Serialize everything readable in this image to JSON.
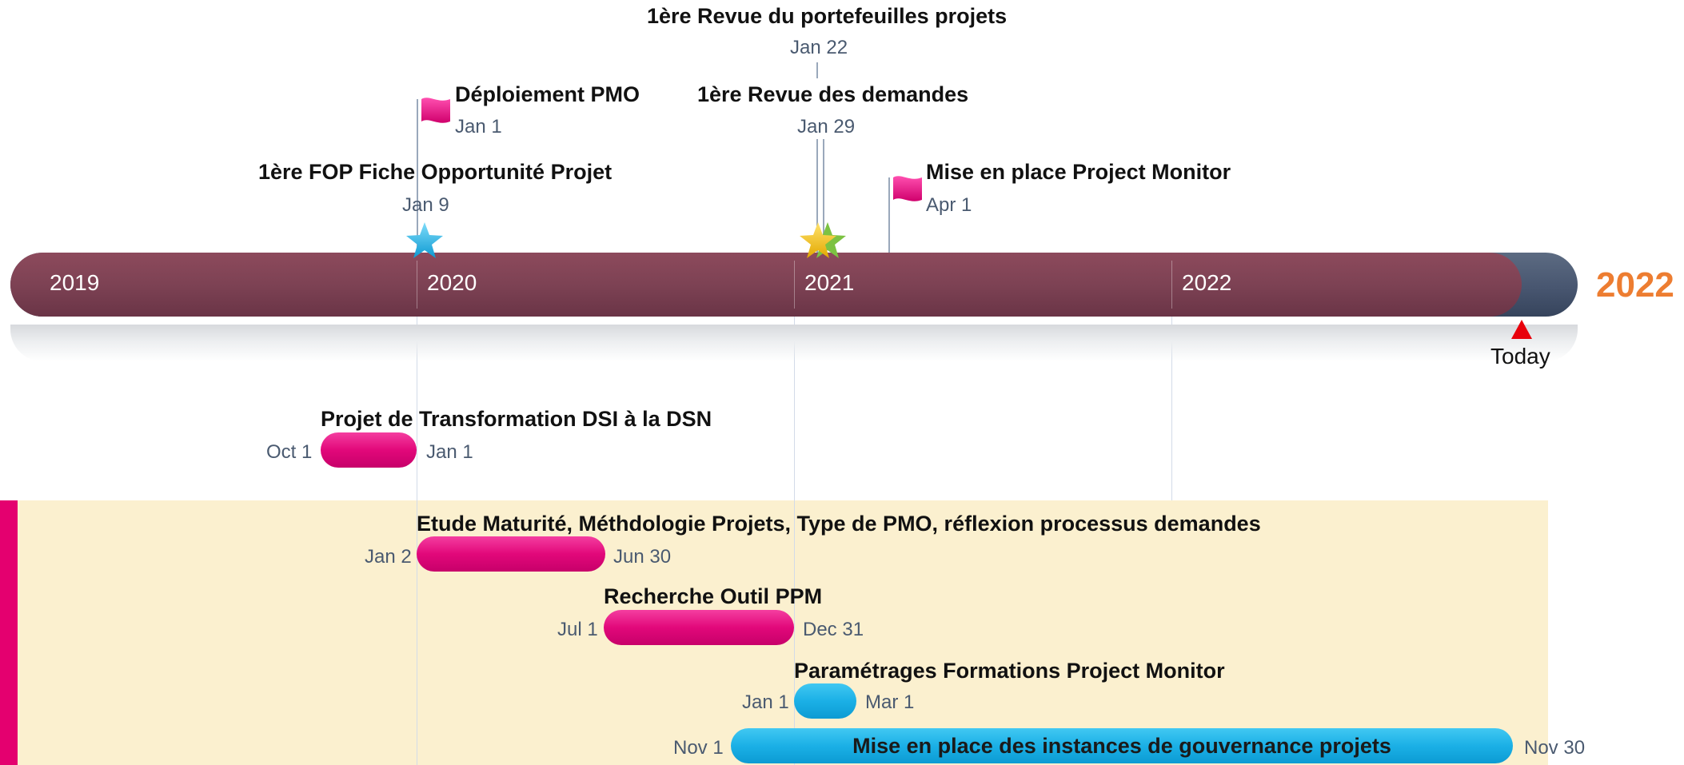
{
  "today_label": "Today",
  "current_year_label": "2022",
  "colors": {
    "axis": "#7d4254",
    "today_marker": "#e8000b",
    "current_year": "#ed7d31",
    "task_pink": "#e2087a",
    "task_blue": "#1bb0e6",
    "swimlane": "#fbf0cf"
  },
  "years": [
    "2019",
    "2020",
    "2021",
    "2022"
  ],
  "milestones": [
    {
      "title": "1ère Revue du portefeuilles projets",
      "date": "Jan 22",
      "icon": "none"
    },
    {
      "title": "Déploiement PMO",
      "date": "Jan 1",
      "icon": "pink-flag-icon"
    },
    {
      "title": "1ère Revue des demandes",
      "date": "Jan 29",
      "icon": "gold-star-icon"
    },
    {
      "title": "1ère FOP Fiche Opportunité Projet",
      "date": "Jan 9",
      "icon": "blue-star-icon"
    },
    {
      "title": "Mise en place Project Monitor",
      "date": "Apr 1",
      "icon": "pink-flag-icon"
    }
  ],
  "tasks": [
    {
      "title": "Projet de Transformation DSI à la DSN",
      "start": "Oct 1",
      "end": "Jan 1",
      "color": "pink"
    },
    {
      "title": "Etude Maturité, Méthdologie Projets, Type de PMO, réflexion processus demandes",
      "start": "Jan 2",
      "end": "Jun 30",
      "color": "pink"
    },
    {
      "title": "Recherche Outil PPM",
      "start": "Jul 1",
      "end": "Dec 31",
      "color": "pink"
    },
    {
      "title": "Paramétrages Formations Project Monitor",
      "start": "Jan 1",
      "end": "Mar 1",
      "color": "blue"
    },
    {
      "title": "Mise en place des instances de gouvernance projets",
      "start": "Nov 1",
      "end": "Nov 30",
      "color": "blue"
    }
  ]
}
